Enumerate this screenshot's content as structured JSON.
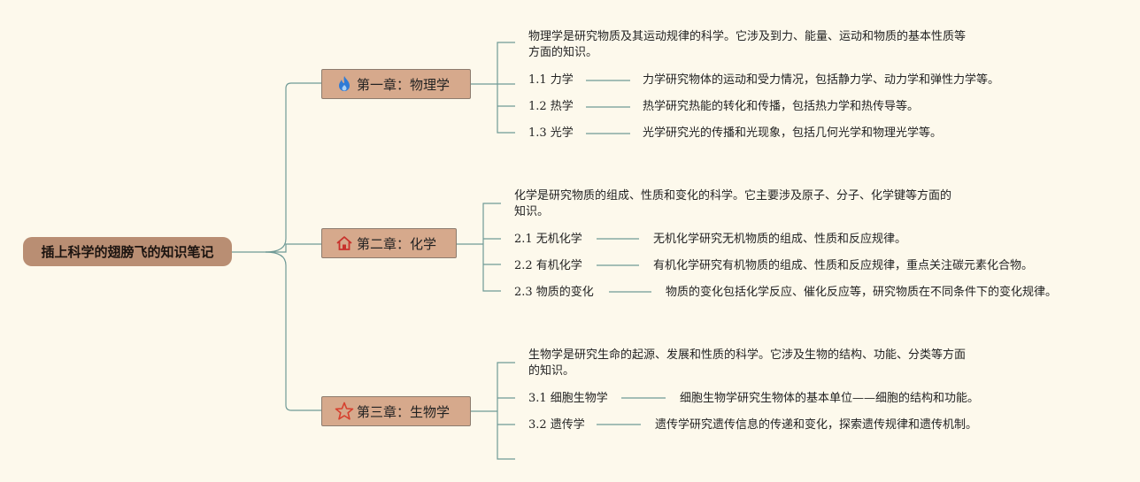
{
  "root": {
    "title": "插上科学的翅膀飞的知识笔记"
  },
  "chapters": [
    {
      "title": "第一章：物理学",
      "icon": "flame-icon",
      "icon_color": "#2f7bd6",
      "intro": "物理学是研究物质及其运动规律的科学。它涉及到力、能量、运动和物质的基本性质等方面的知识。",
      "sections": [
        {
          "label": "1.1 力学",
          "desc": "力学研究物体的运动和受力情况，包括静力学、动力学和弹性力学等。"
        },
        {
          "label": "1.2 热学",
          "desc": "热学研究热能的转化和传播，包括热力学和热传导等。"
        },
        {
          "label": "1.3 光学",
          "desc": "光学研究光的传播和光现象，包括几何光学和物理光学等。"
        }
      ]
    },
    {
      "title": "第二章：化学",
      "icon": "home-icon",
      "icon_color": "#c8322c",
      "intro": "化学是研究物质的组成、性质和变化的科学。它主要涉及原子、分子、化学键等方面的知识。",
      "sections": [
        {
          "label": "2.1 无机化学",
          "desc": "无机化学研究无机物质的组成、性质和反应规律。"
        },
        {
          "label": "2.2 有机化学",
          "desc": "有机化学研究有机物质的组成、性质和反应规律，重点关注碳元素化合物。"
        },
        {
          "label": "2.3 物质的变化",
          "desc": "物质的变化包括化学反应、催化反应等，研究物质在不同条件下的变化规律。"
        }
      ]
    },
    {
      "title": "第三章：生物学",
      "icon": "star-icon",
      "icon_color": "#d6402e",
      "intro": "生物学是研究生命的起源、发展和性质的科学。它涉及生物的结构、功能、分类等方面的知识。",
      "sections": [
        {
          "label": "3.1 细胞生物学",
          "desc": "细胞生物学研究生物体的基本单位——细胞的结构和功能。"
        },
        {
          "label": "3.2 遗传学",
          "desc": "遗传学研究遗传信息的传递和变化，探索遗传规律和遗传机制。"
        }
      ]
    }
  ],
  "colors": {
    "background": "#fdf9ec",
    "root": "#b98e73",
    "chapter": "#d6a98c",
    "connector": "#6f9a96"
  }
}
